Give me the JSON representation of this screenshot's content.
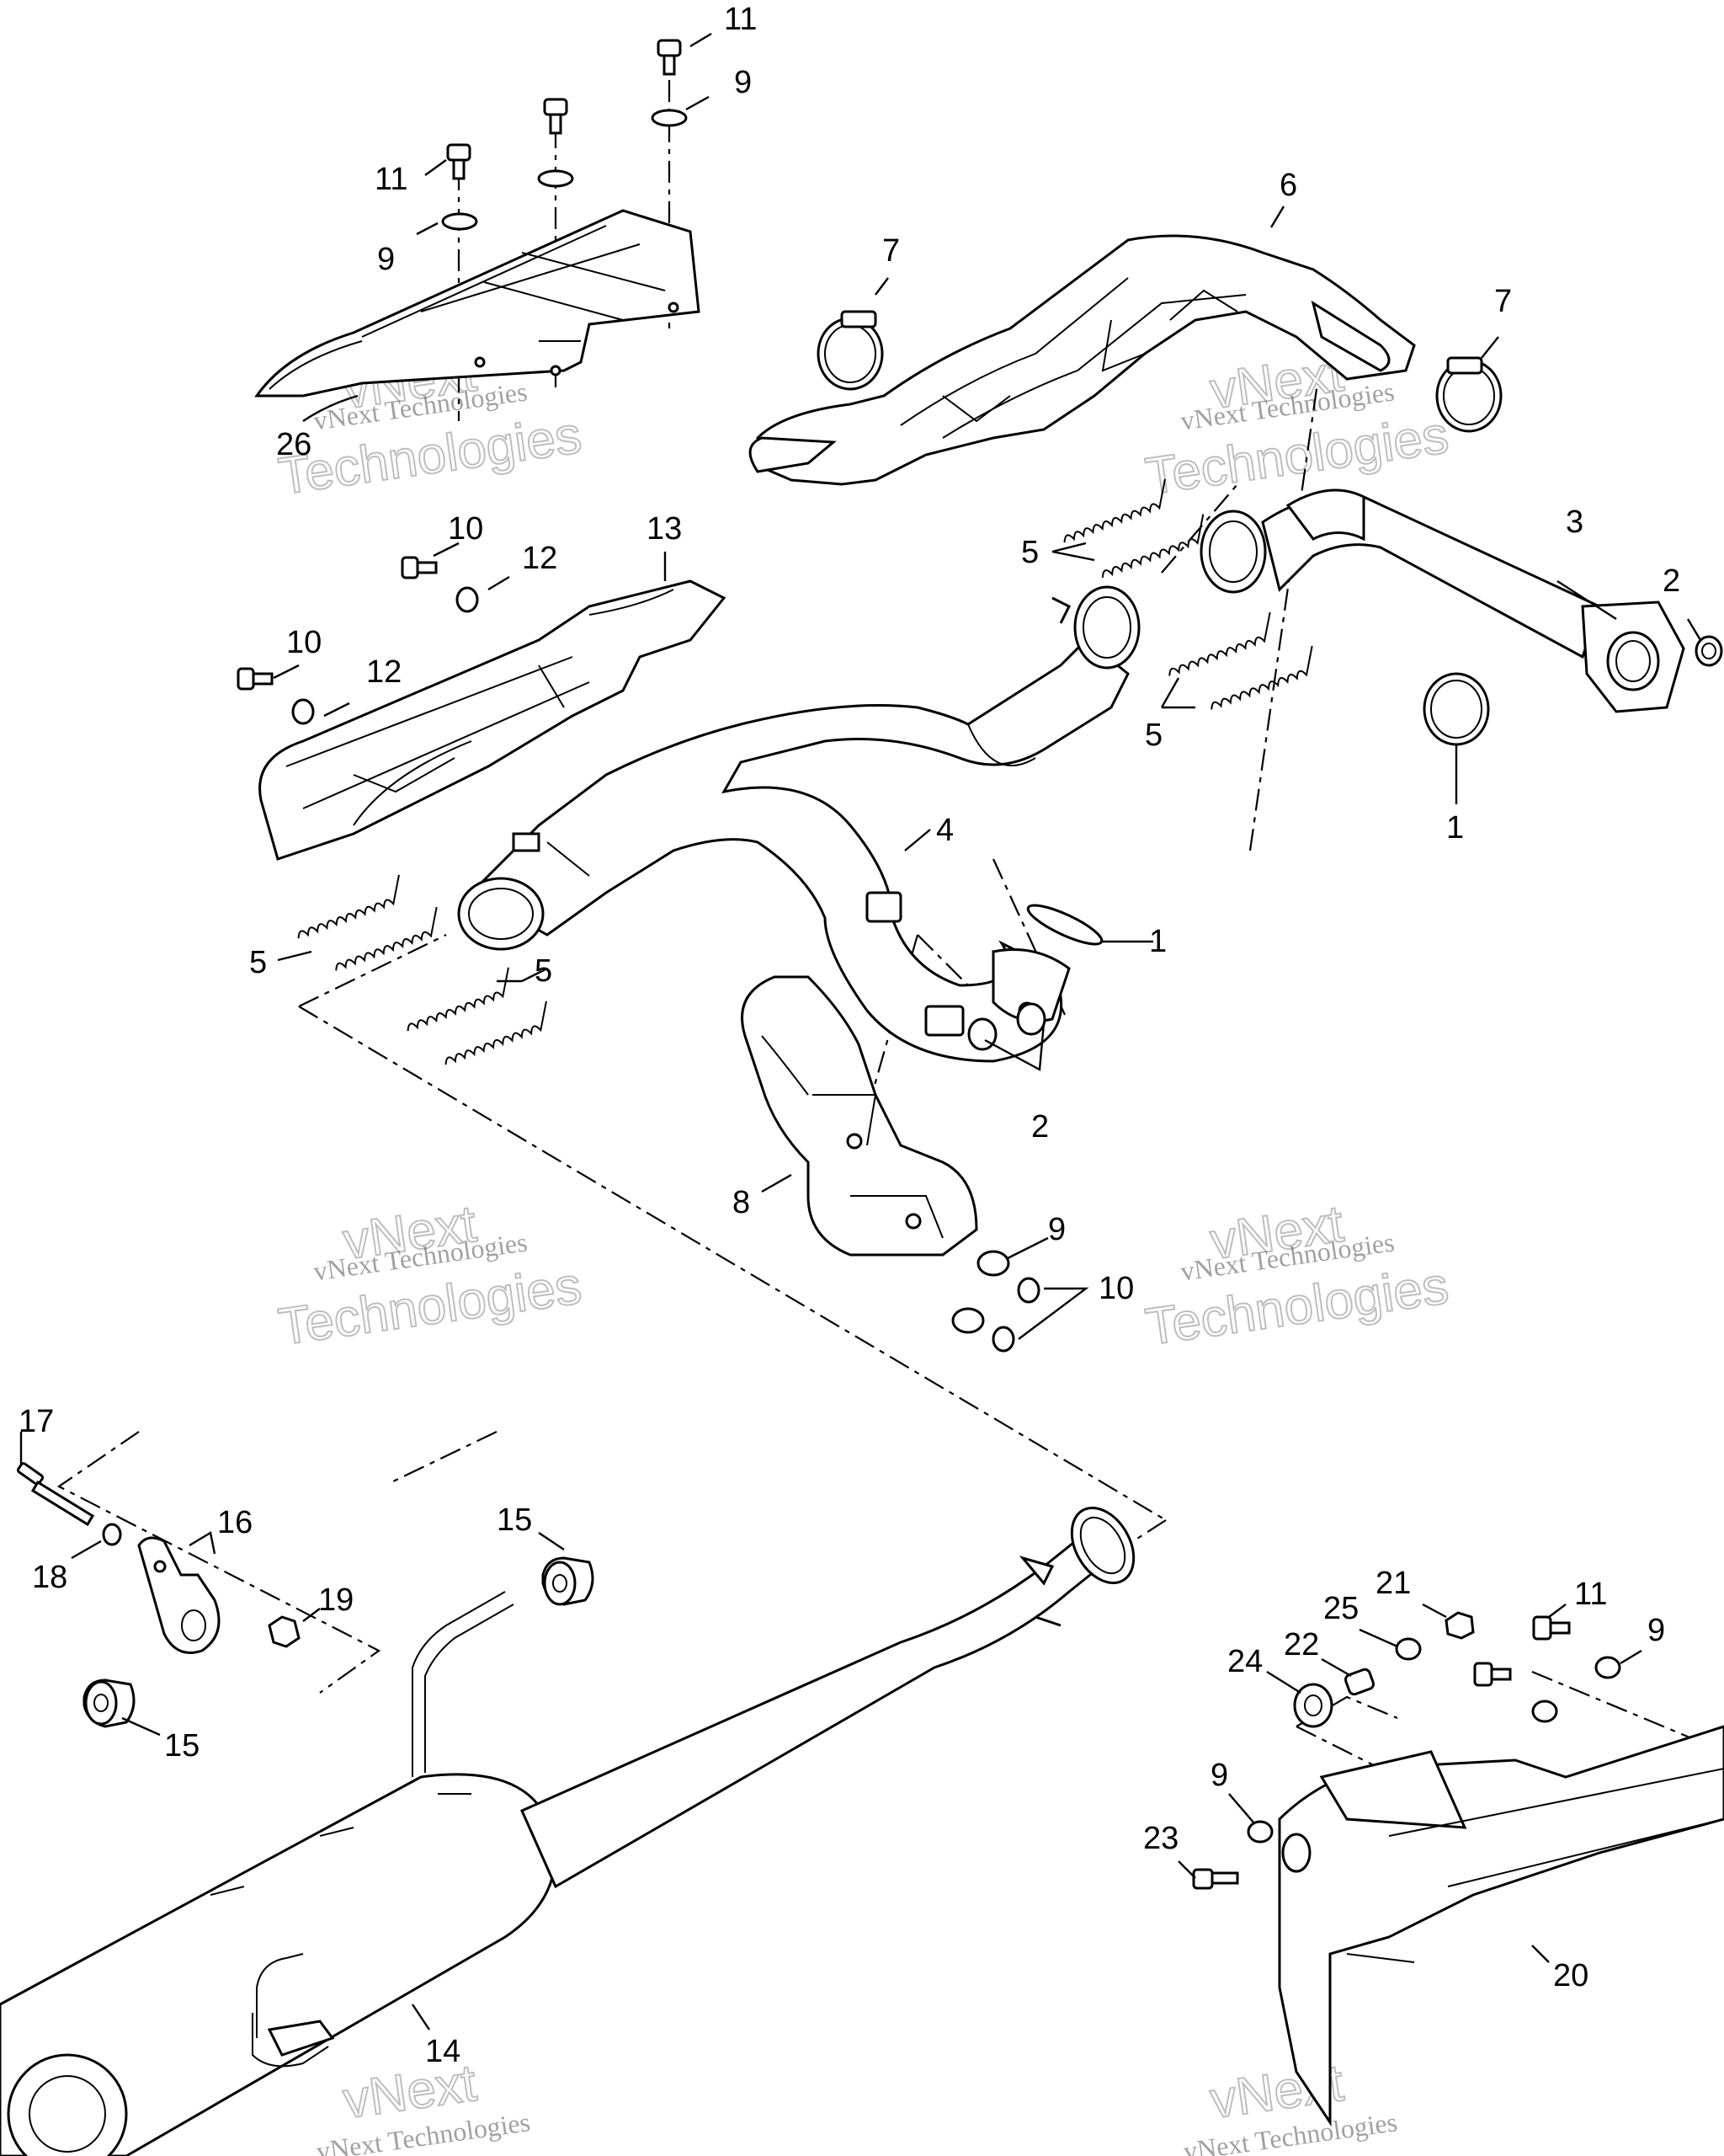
{
  "watermark": {
    "line1": "vNext Technologies",
    "line2": "vNext",
    "line3": "Technologies"
  },
  "callouts": {
    "c1": "11",
    "c2": "9",
    "c3": "11",
    "c4": "9",
    "c5": "26",
    "c6": "6",
    "c7": "7",
    "c8": "7",
    "c9": "10",
    "c10": "12",
    "c11": "13",
    "c12": "10",
    "c13": "12",
    "c14": "5",
    "c15": "5",
    "c16": "3",
    "c17": "2",
    "c18": "1",
    "c19": "4",
    "c20": "1",
    "c21": "5",
    "c22": "5",
    "c23": "2",
    "c24": "8",
    "c25": "9",
    "c26": "10",
    "c27": "17",
    "c28": "16",
    "c29": "18",
    "c30": "19",
    "c31": "15",
    "c32": "15",
    "c33": "21",
    "c34": "25",
    "c35": "11",
    "c36": "22",
    "c37": "9",
    "c38": "24",
    "c39": "9",
    "c40": "23",
    "c41": "20",
    "c42": "14"
  }
}
